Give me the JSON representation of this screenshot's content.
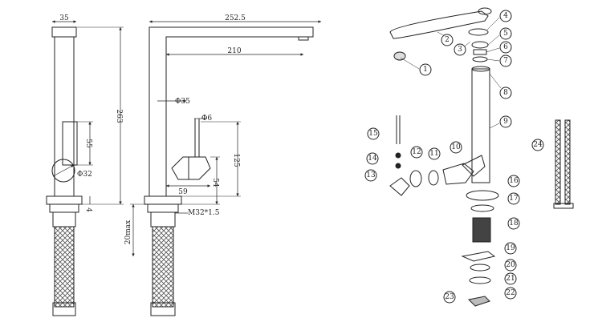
{
  "dimensions": {
    "top_width": "35",
    "total_height": "263",
    "lever_height": "55",
    "knob_dia": "Φ32",
    "base_gap": "4",
    "total_reach": "252.5",
    "spout_reach": "210",
    "body_dia": "Φ35",
    "lever_dia": "Φ6",
    "lever_rise": "125",
    "handle_depth": "59",
    "base_height": "54",
    "thread": "M32*1.5",
    "max_mount": "20max"
  },
  "parts": [
    "1",
    "2",
    "3",
    "4",
    "5",
    "6",
    "7",
    "8",
    "9",
    "10",
    "11",
    "12",
    "13",
    "14",
    "15",
    "16",
    "17",
    "18",
    "19",
    "20",
    "21",
    "22",
    "23",
    "24"
  ],
  "colors": {
    "line": "#222222",
    "hatch": "#555555",
    "paper": "#ffffff"
  }
}
